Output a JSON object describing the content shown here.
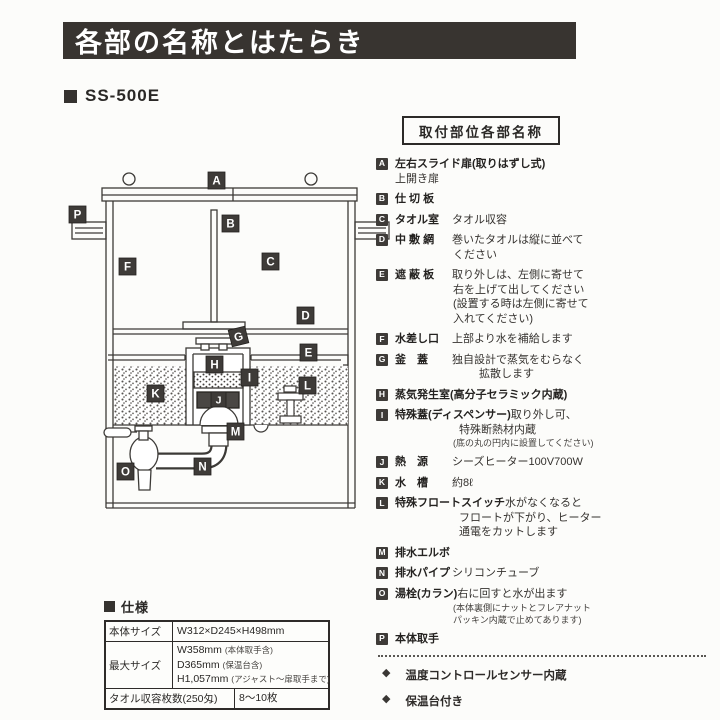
{
  "header": {
    "title": "各部の名称とはたらき"
  },
  "model": {
    "bullet": "■",
    "label": "SS-500E"
  },
  "parts_panel": {
    "title": "取付部位各部名称",
    "items": [
      {
        "letter": "A",
        "name": "左右スライド扉(取りはずし式)",
        "lines": [
          "上開き扉"
        ]
      },
      {
        "letter": "B",
        "name": "仕 切 板"
      },
      {
        "letter": "C",
        "name": "タオル室",
        "inline": "タオル収容"
      },
      {
        "letter": "D",
        "name": "中 敷 網",
        "inline": "巻いたタオルは縦に並べて",
        "lines": [
          "ください"
        ]
      },
      {
        "letter": "E",
        "name": "遮 蔽 板",
        "inline": "取り外しは、左側に寄せて",
        "lines": [
          "右を上げて出してください",
          "(設置する時は左側に寄せて",
          "入れてください)"
        ]
      },
      {
        "letter": "F",
        "name": "水差し口",
        "inline": "上部より水を補給します"
      },
      {
        "letter": "G",
        "name": "釜　蓋",
        "inline": "独自設計で蒸気をむらなく",
        "lines": [
          "拡散します"
        ]
      },
      {
        "letter": "H",
        "name": "蒸気発生室(高分子セラミック内蔵)"
      },
      {
        "letter": "I",
        "name": "特殊蓋(ディスペンサー)",
        "inline": "取り外し可、",
        "lines": [
          "特殊断熱材内蔵"
        ],
        "note": [
          "(底の丸の円内に設置してください)"
        ]
      },
      {
        "letter": "J",
        "name": "熱　源",
        "inline": "シーズヒーター100V700W"
      },
      {
        "letter": "K",
        "name": "水　槽",
        "inline": "約8ℓ"
      },
      {
        "letter": "L",
        "name": "特殊フロートスイッチ",
        "inline": "水がなくなると",
        "lines": [
          "フロートが下がり、ヒーター",
          "通電をカットします"
        ]
      },
      {
        "letter": "M",
        "name": "排水エルボ"
      },
      {
        "letter": "N",
        "name": "排水パイプ",
        "inline": "シリコンチューブ"
      },
      {
        "letter": "O",
        "name": "湯栓(カラン)",
        "inline": "右に回すと水が出ます",
        "note": [
          "(本体裏側にナットとフレアナット",
          "パッキン内蔵で止めてあります)"
        ]
      },
      {
        "letter": "P",
        "name": "本体取手"
      }
    ],
    "footnotes": [
      {
        "icon": "◆",
        "text": "温度コントロールセンサー内蔵"
      },
      {
        "icon": "◆",
        "text": "保温台付き"
      }
    ]
  },
  "diagram": {
    "labels": [
      "A",
      "B",
      "C",
      "D",
      "E",
      "F",
      "G",
      "H",
      "I",
      "J",
      "K",
      "L",
      "M",
      "N",
      "O",
      "P"
    ]
  },
  "specs": {
    "title": "仕様",
    "rows": [
      {
        "label": "本体サイズ",
        "values": [
          {
            "main": "W312×D245×H498mm",
            "small": ""
          }
        ]
      },
      {
        "label": "最大サイズ",
        "values": [
          {
            "main": "W358mm",
            "small": "(本体取手含)"
          },
          {
            "main": "D365mm",
            "small": "(保温台含)"
          },
          {
            "main": "H1,057mm",
            "small": "(アジャスト〜扉取手まで)"
          }
        ]
      },
      {
        "label": "タオル収容枚数(250匁)",
        "values": [
          {
            "main": "8〜10枚",
            "small": ""
          }
        ],
        "wide": true
      }
    ]
  },
  "colors": {
    "ink": "#3c3a37",
    "bar": "#383430",
    "label_box": "#3e3b38"
  }
}
